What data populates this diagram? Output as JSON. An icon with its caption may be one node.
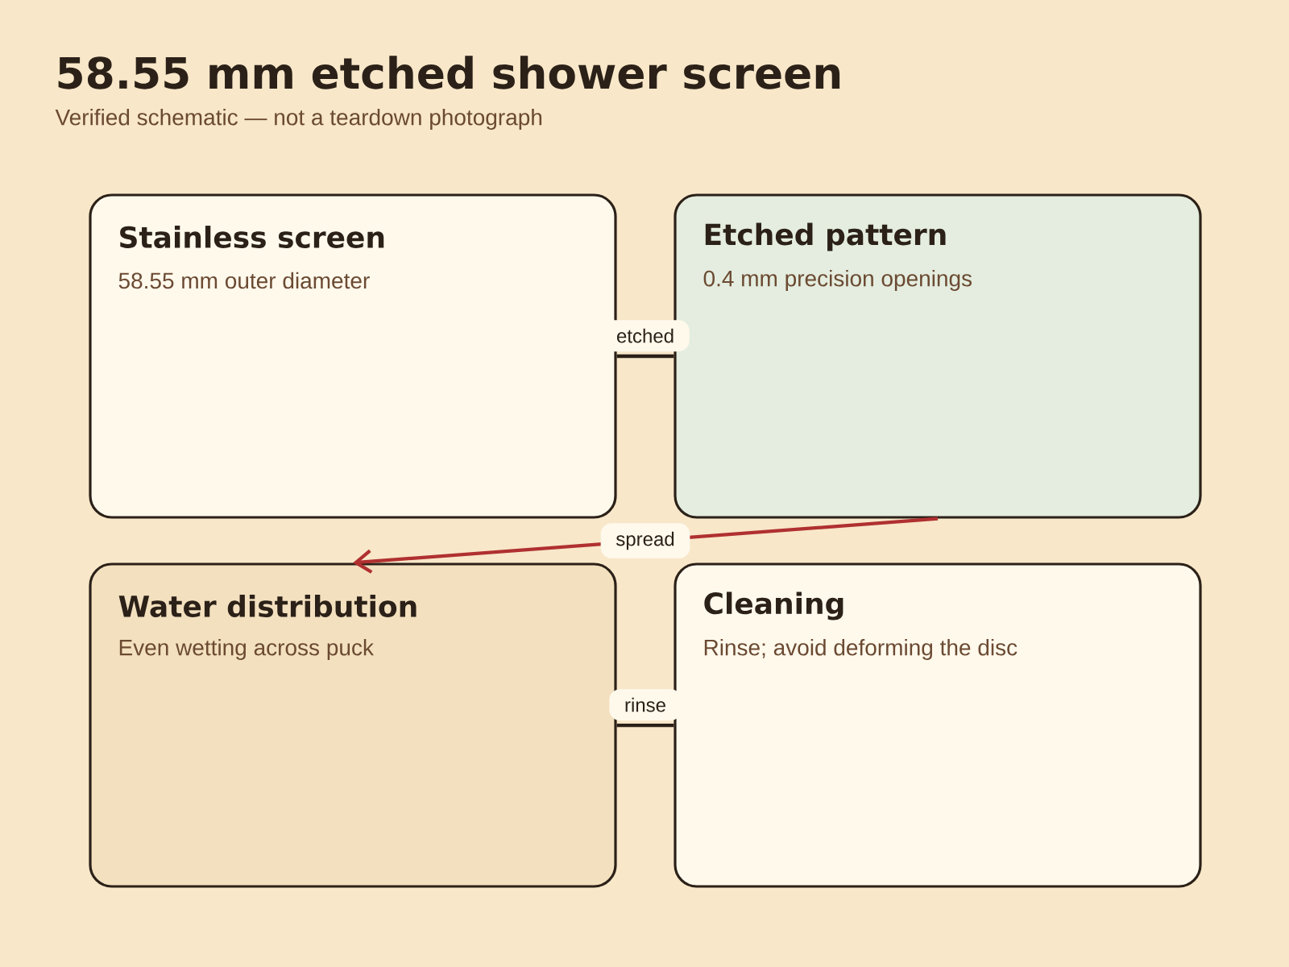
{
  "diagram": {
    "title": "58.55 mm etched shower screen",
    "caption": "Verified schematic — not a teardown photograph",
    "nodes": [
      {
        "text": [
          "Stainless screen",
          "58.55 mm outer diameter"
        ]
      },
      {
        "text": [
          "Etched pattern",
          "0.4 mm precision openings"
        ]
      },
      {
        "text": [
          "Water distribution",
          "Even wetting across puck"
        ]
      },
      {
        "text": [
          "Cleaning",
          "Rinse; avoid deforming the disc"
        ]
      }
    ],
    "edges": [
      {
        "from": 0,
        "to": 1,
        "arrow": "none",
        "label": "etched"
      },
      {
        "from": 1,
        "to": 2,
        "arrow": "to",
        "label": "spread",
        "color": "#b03030"
      },
      {
        "from": 2,
        "to": 3,
        "arrow": "none",
        "label": "rinse"
      }
    ]
  }
}
